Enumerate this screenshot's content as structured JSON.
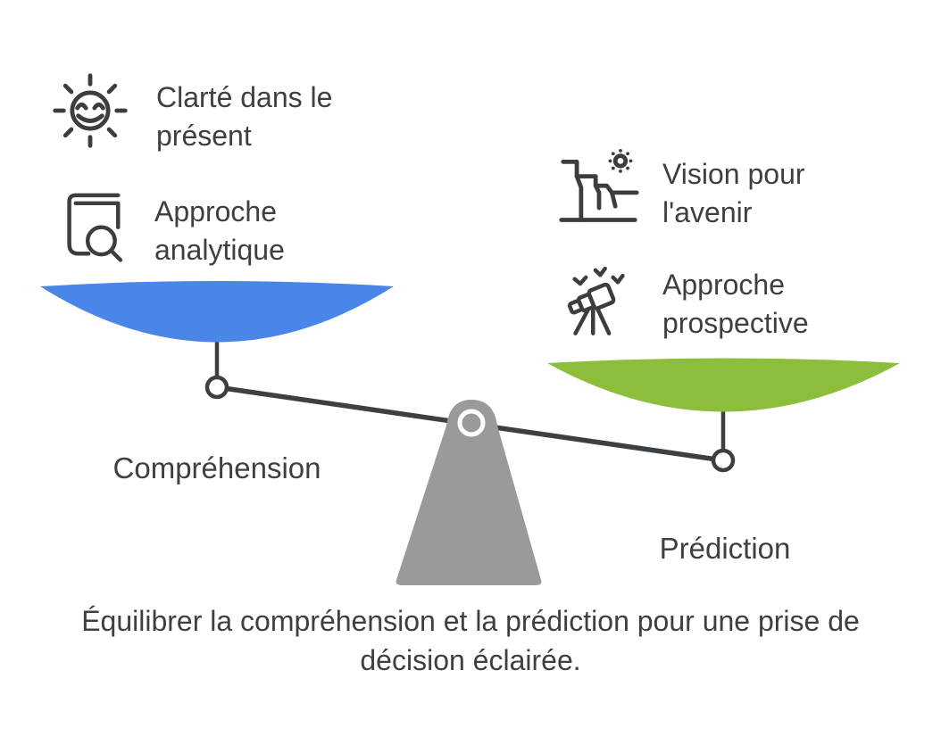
{
  "colors": {
    "pan_left_blue": "#4a86e8",
    "pan_right_green": "#8dbe3b",
    "fulcrum_gray": "#9a9a9a",
    "line_dark": "#3d4043",
    "text_dark": "#3c4043"
  },
  "left_side": {
    "items": [
      {
        "icon": "smiling-sun-icon",
        "label": "Clarté dans le présent"
      },
      {
        "icon": "book-magnifier-icon",
        "label": "Approche analytique"
      }
    ],
    "pan_label": "Compréhension"
  },
  "right_side": {
    "items": [
      {
        "icon": "cliff-sun-icon",
        "label": "Vision pour l'avenir"
      },
      {
        "icon": "telescope-icon",
        "label": "Approche prospective"
      }
    ],
    "pan_label": "Prédiction"
  },
  "caption": "Équilibrer la compréhension et la prédiction pour une prise de décision éclairée."
}
